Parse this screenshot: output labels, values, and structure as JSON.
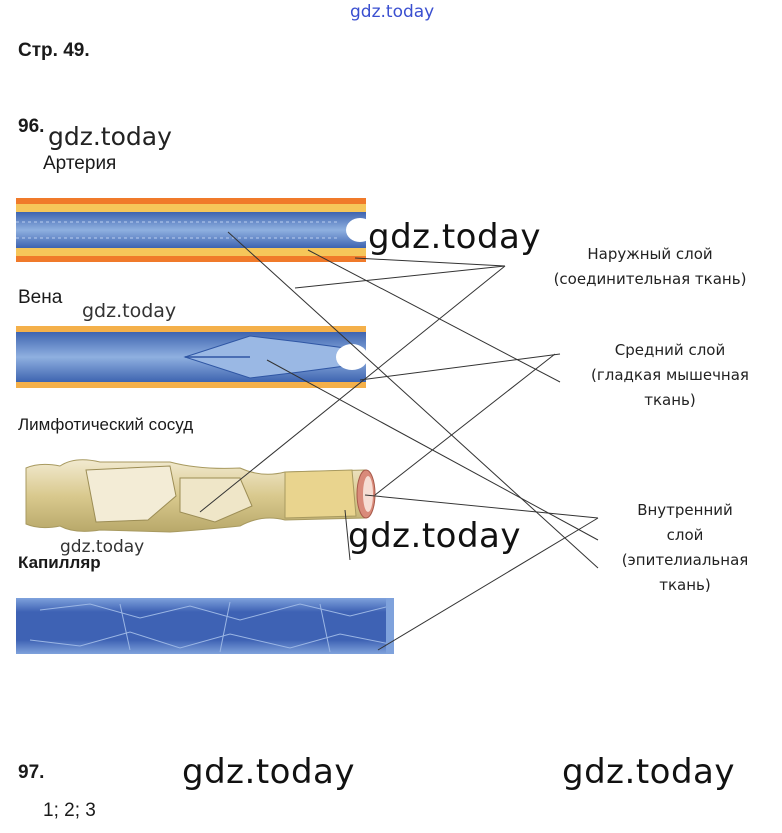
{
  "header": {
    "watermark": "gdz.today",
    "page_label": "Стр. 49."
  },
  "task96": {
    "number": "96.",
    "vessels": {
      "artery": "Артерия",
      "vein": "Вена",
      "lymph": "Лимфотический сосуд",
      "capillary": "Капилляр"
    },
    "layers": {
      "outer": [
        "Наружный слой",
        "(соединительная ткань)"
      ],
      "middle": [
        "Средний слой",
        "(гладкая мышечная",
        "ткань)"
      ],
      "inner": [
        "Внутренний",
        "слой",
        "(эпителиальная",
        "ткань)"
      ]
    }
  },
  "task97": {
    "number": "97.",
    "answer": "1; 2; 3"
  },
  "watermarks": {
    "w1": "gdz.today",
    "w2": "gdz.today",
    "w3": "gdz.today",
    "w4": "gdz.today",
    "w5": "gdz.today",
    "w6": "gdz.today",
    "w7": "gdz.today"
  },
  "colors": {
    "artery_outer": "#f07a2a",
    "artery_wall": "#f6c65a",
    "lumen": "#4f78c0",
    "lymph": "#e8dca8",
    "capillary": "#5a84cc"
  }
}
